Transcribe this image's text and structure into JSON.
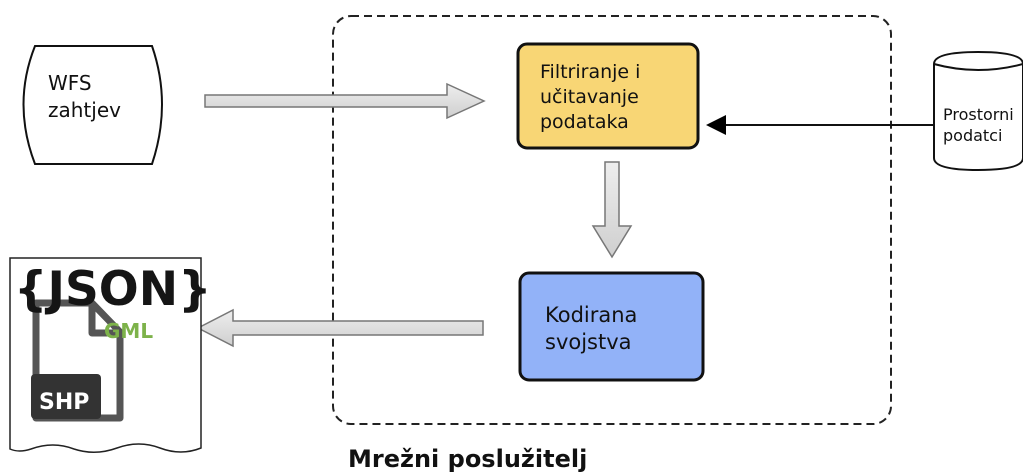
{
  "server": {
    "label": "Mrežni poslužitelj"
  },
  "request": {
    "line1": "WFS",
    "line2": "zahtjev"
  },
  "filter_box": {
    "line1": "Filtriranje i",
    "line2": "učitavanje",
    "line3": "podataka",
    "fill": "#f8d675"
  },
  "encoded_box": {
    "line1": "Kodirana",
    "line2": "svojstva",
    "fill": "#92b2f8"
  },
  "spatial_data": {
    "line1": "Prostorni",
    "line2": "podatci"
  },
  "output": {
    "json_label": "{JSON}",
    "gml_label": "GML",
    "shp_label": "SHP",
    "icon": "document-format-icon"
  },
  "colors": {
    "stroke": "#111111",
    "arrow_fill": "#d9d9d9",
    "arrow_stroke": "#777777",
    "gml_green": "#7db24a",
    "shp_dark": "#333333"
  }
}
